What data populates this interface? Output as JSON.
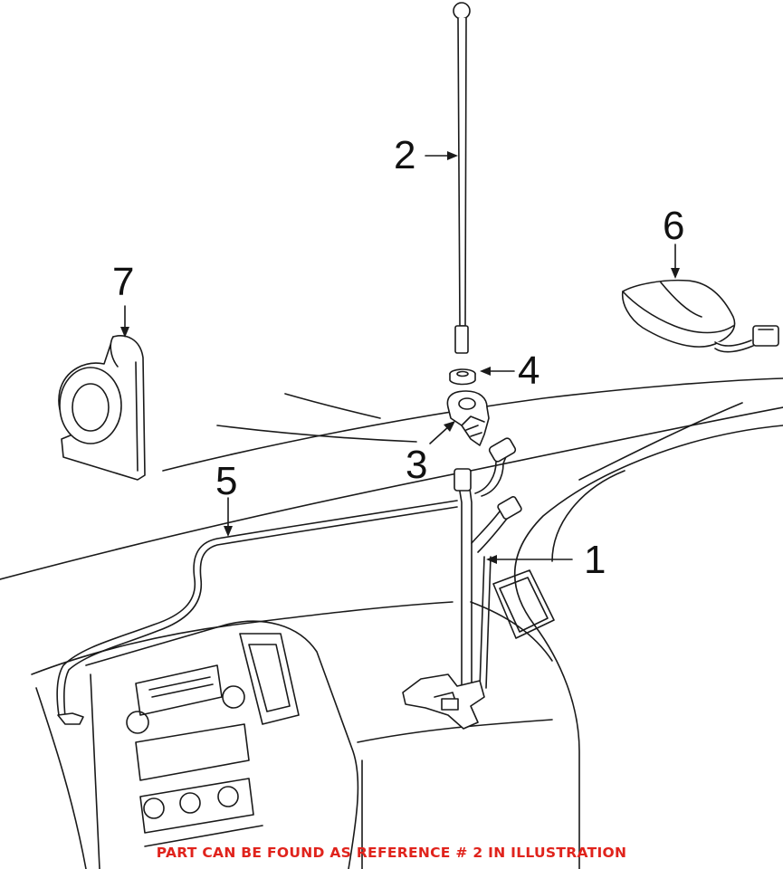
{
  "callouts": {
    "c1": "1",
    "c2": "2",
    "c3": "3",
    "c4": "4",
    "c5": "5",
    "c6": "6",
    "c7": "7"
  },
  "footer": {
    "text": "PART CAN BE FOUND AS REFERENCE # 2 IN ILLUSTRATION",
    "color": "#e0231c"
  },
  "colors": {
    "line": "#1a1a1a",
    "fill": "#ffffff"
  }
}
